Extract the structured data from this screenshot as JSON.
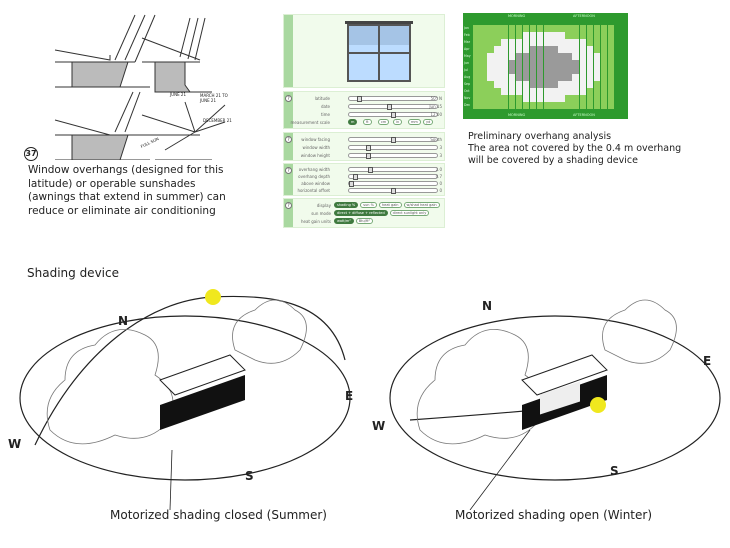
{
  "top_left": {
    "figure_number": "37",
    "caption": "Window overhangs (designed for this latitude) or operable sunshades (awnings that extend in summer) can reduce or eliminate air conditioning",
    "diagram_labels": [
      "JUNE 21",
      "MARCH 21 TO JUNE 21",
      "DECEMBER 21",
      "FULL SUN"
    ]
  },
  "tool": {
    "location": {
      "help": "?",
      "rows": [
        {
          "label": "latitude",
          "value": "50° N"
        },
        {
          "label": "date",
          "value": "Jun 15"
        },
        {
          "label": "time",
          "value": "12:00"
        }
      ],
      "scale_label": "measurement scale",
      "scale_options": [
        "m",
        "ft",
        "cm",
        "in",
        "mm",
        "yd"
      ]
    },
    "window": {
      "help": "?",
      "rows": [
        {
          "label": "window facing",
          "value": "South"
        },
        {
          "label": "window width",
          "value": "3"
        },
        {
          "label": "window height",
          "value": "3"
        }
      ]
    },
    "overhang": {
      "help": "?",
      "rows": [
        {
          "label": "overhang width",
          "value": "2.0"
        },
        {
          "label": "overhang depth",
          "value": "0.7"
        },
        {
          "label": "above window",
          "value": "0"
        },
        {
          "label": "horizontal offset",
          "value": "0"
        }
      ]
    },
    "display": {
      "help": "?",
      "display_label": "display",
      "display_options": [
        "shading %",
        "sun %",
        "heat gain",
        "w/shad heat gain"
      ],
      "sun_mode_label": "sun mode",
      "sun_mode_options": [
        "direct + diffuse + reflected",
        "direct sunlight only"
      ],
      "units_label": "heat gain units",
      "units_options": [
        "watt/m²",
        "Btu/ft²"
      ]
    }
  },
  "heatmap": {
    "top_left_label": "MORNING",
    "top_right_label": "AFTERNOON",
    "bottom_left_label": "MORNING",
    "bottom_right_label": "AFTERNOON",
    "months": [
      "Jan",
      "Feb",
      "Mar",
      "Apr",
      "May",
      "Jun",
      "Jul",
      "Aug",
      "Sep",
      "Oct",
      "Nov",
      "Dec"
    ],
    "colors": {
      "dark": "#2e9a2e",
      "light": "#8ccf5a",
      "cell_light": "#f2f2f2",
      "cell_dark": "#9a9a9a"
    }
  },
  "analysis": {
    "lines": [
      "Preliminary overhang analysis",
      "The area not covered by the 0.4 m overhang",
      "will be covered by a shading device"
    ]
  },
  "bottom": {
    "title": "Shading device",
    "compass": [
      "N",
      "E",
      "S",
      "W"
    ],
    "left_caption": "Motorized shading closed (Summer)",
    "right_caption": "Motorized shading open (Winter)",
    "sun_color": "#f0e81e"
  }
}
